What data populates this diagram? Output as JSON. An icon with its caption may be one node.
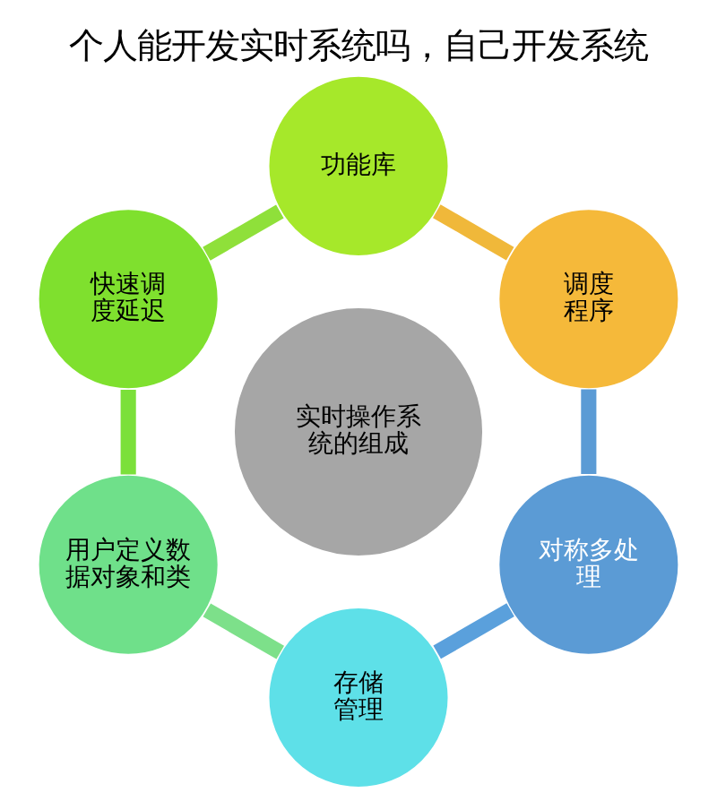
{
  "diagram": {
    "title": "个人能开发实时系统吗，自己开发系统",
    "nodes": [
      {
        "text": [
          "实时操作系统的组成"
        ]
      },
      {
        "text": [
          "调度程序"
        ]
      },
      {
        "text": [
          "功能库"
        ]
      },
      {
        "text": [
          "快速调度延迟"
        ]
      },
      {
        "text": [
          "用户定义数据对象和类"
        ]
      },
      {
        "text": [
          "存储管理"
        ]
      },
      {
        "text": [
          "对称多处理"
        ]
      }
    ],
    "edges": [
      {
        "from": 1,
        "to": 2,
        "arrow": "none",
        "color": "#f0b83a"
      },
      {
        "from": 2,
        "to": 3,
        "arrow": "none",
        "color": "#8fe03a"
      },
      {
        "from": 3,
        "to": 4,
        "arrow": "none",
        "color": "#7be03a"
      },
      {
        "from": 4,
        "to": 5,
        "arrow": "none",
        "color": "#7de08a"
      },
      {
        "from": 5,
        "to": 6,
        "arrow": "none",
        "color": "#5aa0dc"
      },
      {
        "from": 6,
        "to": 1,
        "arrow": "none",
        "color": "#5b9bd5"
      }
    ]
  }
}
